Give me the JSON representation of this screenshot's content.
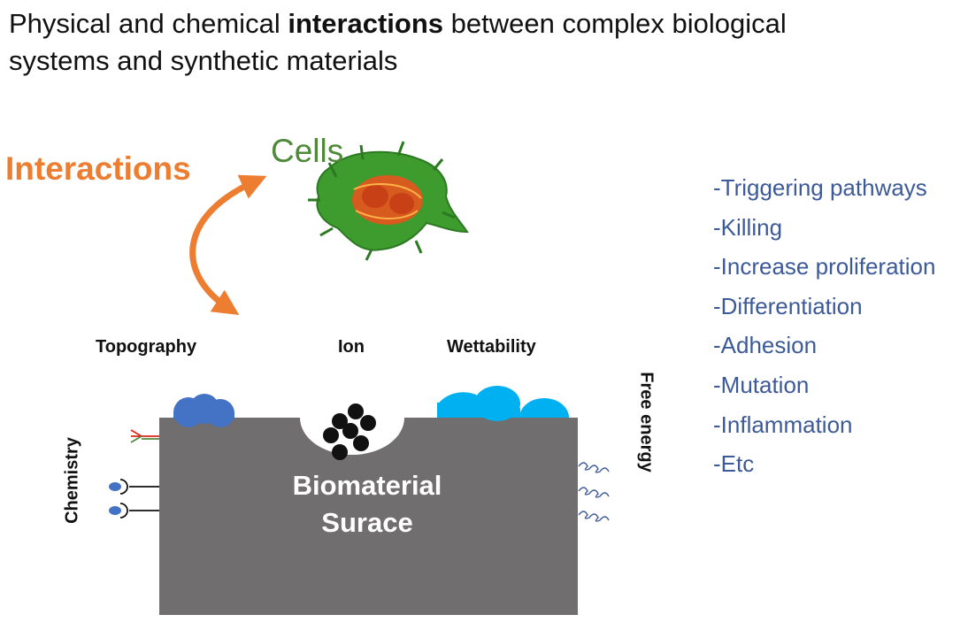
{
  "title": {
    "before": "Physical and chemical ",
    "bold": "interactions",
    "after": " between complex biological systems and synthetic materials"
  },
  "diagram": {
    "interactions_label": "Interactions",
    "cells_label": "Cells",
    "surface": {
      "line1": "Biomaterial",
      "line2": "Surace"
    },
    "properties": {
      "topography": "Topography",
      "ion": "Ion",
      "wettability": "Wettability",
      "chemistry": "Chemistry",
      "free_energy": "Free energy"
    },
    "outcomes": [
      "-Triggering pathways",
      "-Killing",
      "-Increase proliferation",
      "-Differentiation",
      "-Adhesion",
      "-Mutation",
      "-Inflammation",
      "-Etc"
    ],
    "colors": {
      "arrow": "#ED7D31",
      "cells_text": "#4E8A3A",
      "outcomes_text": "#3D5A98",
      "surface_block": "#706E6E",
      "topography_bumps": "#4472C4",
      "droplets": "#00B0F0",
      "cell_green": "#3E9B2E",
      "cell_orange": "#E8541E"
    }
  }
}
